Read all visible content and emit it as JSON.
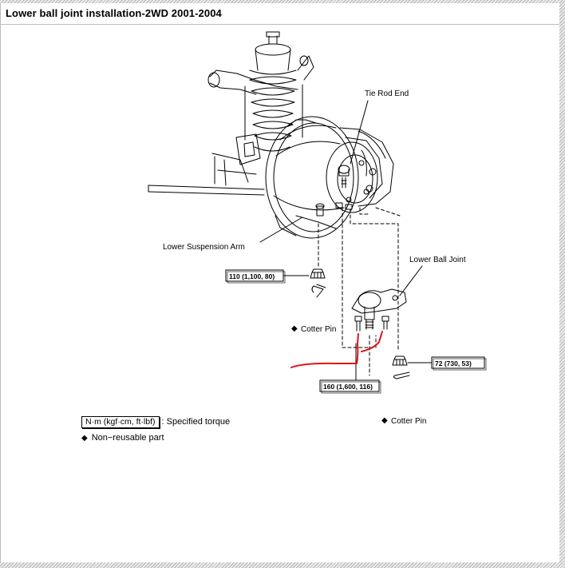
{
  "title": "Lower ball joint installation-2WD 2001-2004",
  "labels": {
    "tie_rod_end": "Tie Rod End",
    "lower_suspension_arm": "Lower Suspension Arm",
    "lower_ball_joint": "Lower Ball Joint",
    "cotter_pin_left": "Cotter Pin",
    "cotter_pin_right": "Cotter Pin"
  },
  "torque_specs": {
    "nut_left": "110 (1,100, 80)",
    "bolts": "160 (1,600, 116)",
    "nut_right": "72 (730, 53)"
  },
  "cotter_marker": "◆",
  "legend": {
    "unit_box": "N·m (kgf·cm, ft·lbf)",
    "unit_desc": ": Specified torque",
    "marker": "◆",
    "nonreusable": "Non−reusable part"
  },
  "colors": {
    "annotation": "#e0141e"
  }
}
